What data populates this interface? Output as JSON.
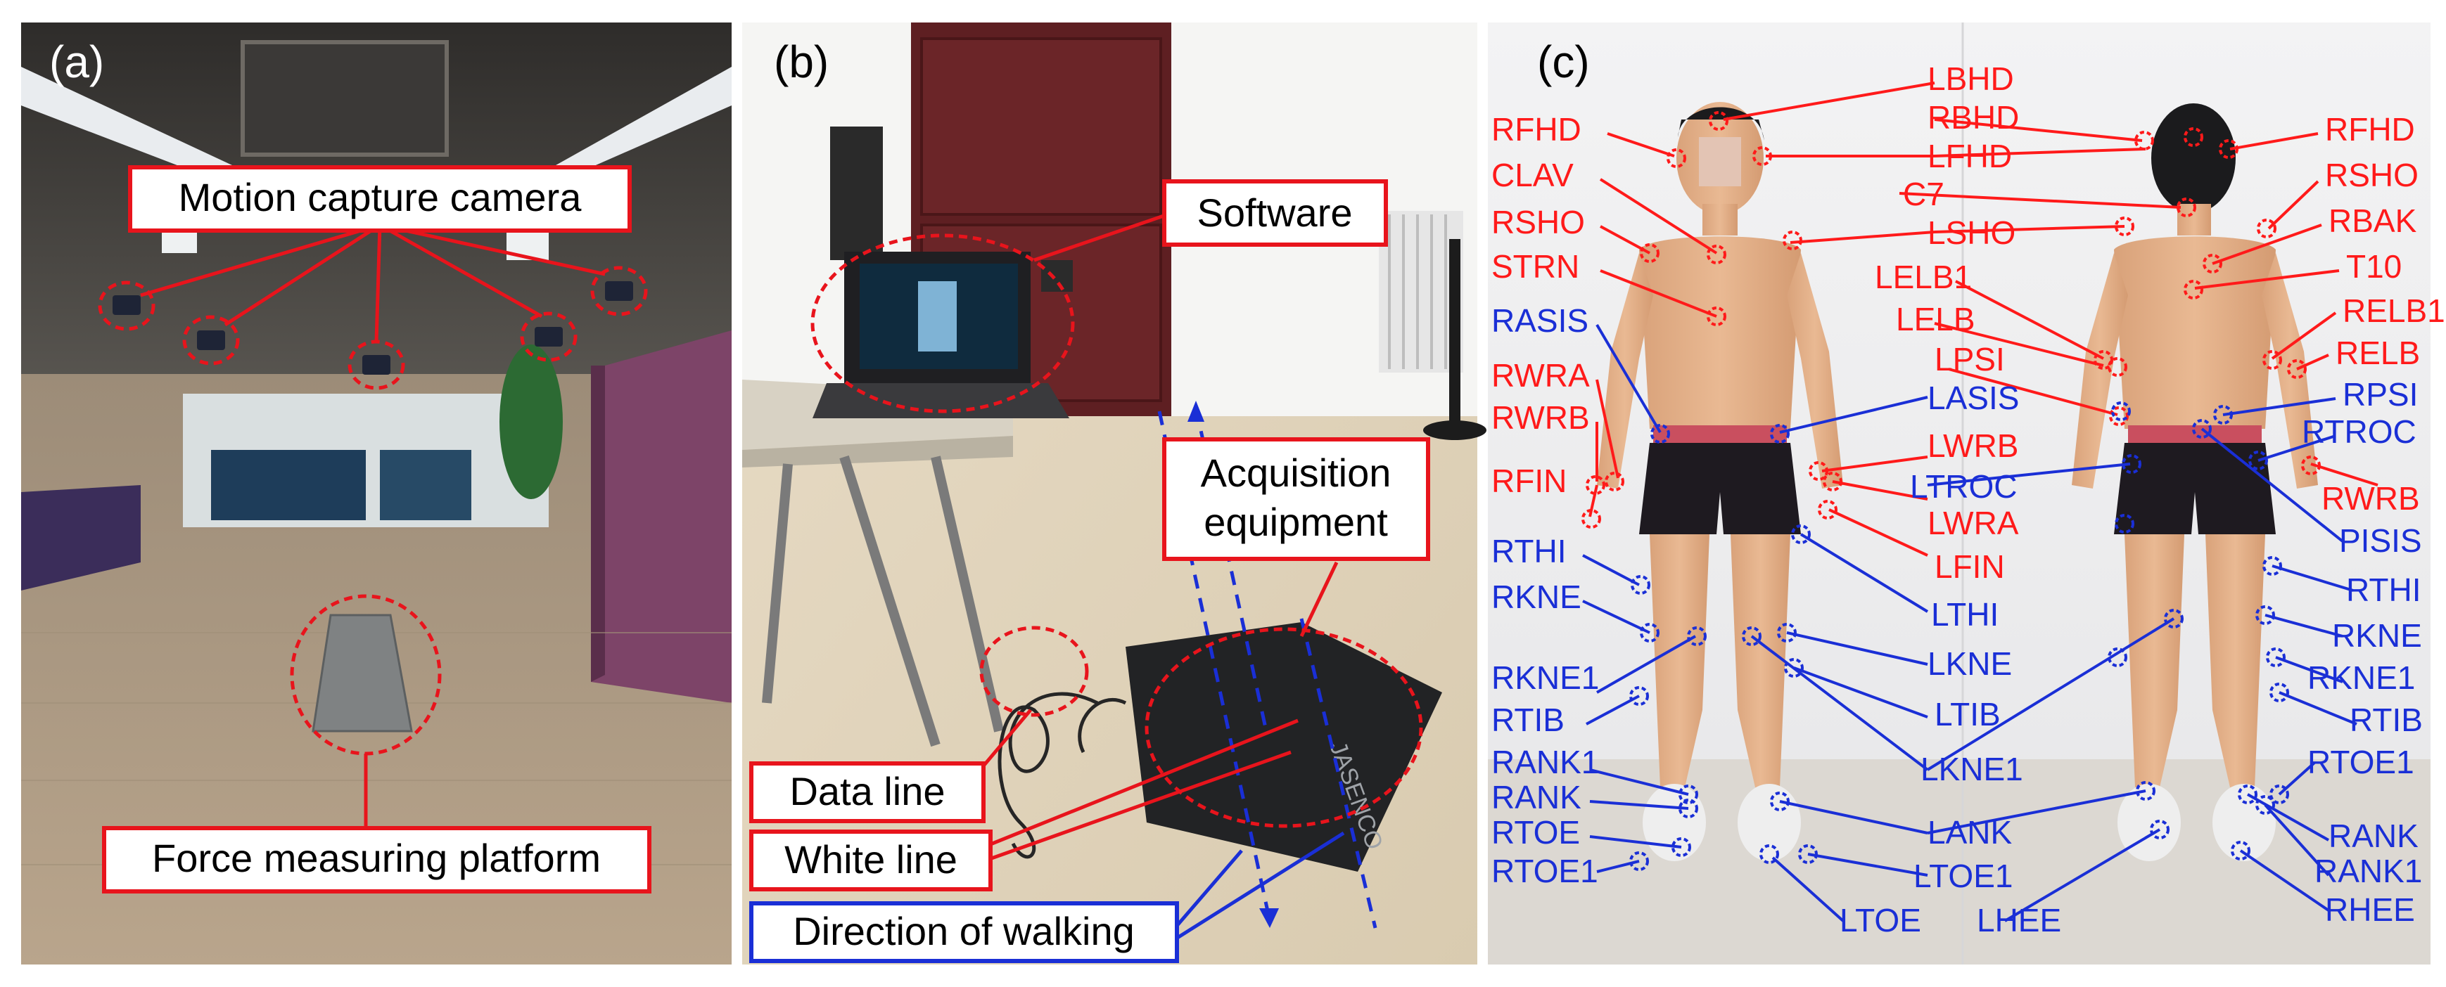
{
  "panels": {
    "a": {
      "label": "(a)",
      "callouts": {
        "camera": "Motion capture camera",
        "platform": "Force measuring platform"
      }
    },
    "b": {
      "label": "(b)",
      "callouts": {
        "software": "Software",
        "acquisition_line1": "Acquisition",
        "acquisition_line2": "equipment",
        "data_line": "Data line",
        "white_line": "White line",
        "walking": "Direction of walking"
      },
      "pad_brand": "JASENCO"
    },
    "c": {
      "label": "(c)",
      "front_left_red": [
        "RFHD",
        "CLAV",
        "RSHO",
        "STRN"
      ],
      "front_left_red_lower": [
        "RWRA",
        "RWRB",
        "RFIN"
      ],
      "front_left_blue": [
        "RASIS"
      ],
      "front_left_blue_lower": [
        "RTHI",
        "RKNE",
        "RKNE1",
        "RTIB",
        "RANK1",
        "RANK",
        "RTOE",
        "RTOE1"
      ],
      "center_red": [
        "LBHD",
        "RBHD",
        "LFHD",
        "C7",
        "LSHO",
        "LELB1",
        "LELB",
        "LPSI"
      ],
      "center_red_lower": [
        "LWRB",
        "LWRA",
        "LFIN"
      ],
      "center_blue": [
        "LASIS",
        "LTROC",
        "LTHI",
        "LKNE",
        "LTIB",
        "LKNE1",
        "LANK",
        "LTOE1",
        "LTOE",
        "LHEE"
      ],
      "right_red": [
        "RFHD",
        "RSHO",
        "RBAK",
        "T10",
        "RELB1",
        "RELB"
      ],
      "right_blue": [
        "RPSI",
        "RTROC"
      ],
      "right_red_lower": [
        "RWRB"
      ],
      "right_blue_lower": [
        "PISIS",
        "RTHI",
        "RKNE",
        "RKNE1",
        "RTIB",
        "RTOE1",
        "RANK",
        "RANK1",
        "RHEE"
      ]
    }
  },
  "colors": {
    "callout_red": "#e8141c",
    "callout_blue": "#1a2fd6",
    "marker_red": "#ff1a1a",
    "marker_blue": "#1a2fd6"
  }
}
